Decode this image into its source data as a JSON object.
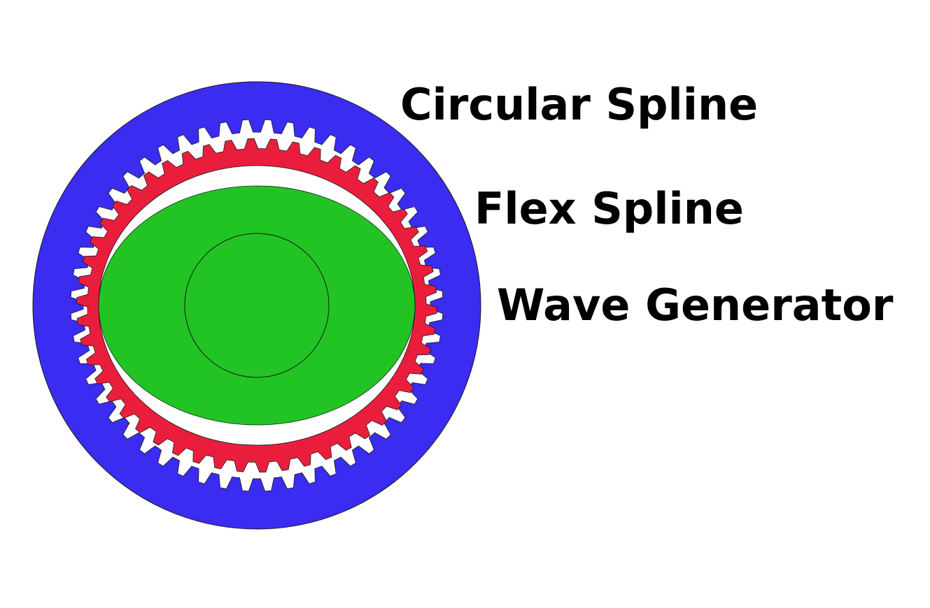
{
  "labels": {
    "circular_spline": "Circular Spline",
    "flex_spline": "Flex Spline",
    "wave_generator": "Wave Generator"
  },
  "colors": {
    "circular_spline": "#3a2cf0",
    "flex_spline": "#ea1e3c",
    "wave_generator": "#22c424",
    "gap": "#ffffff",
    "outline": "#1a1a1a"
  },
  "gear": {
    "circular_spline_teeth": 52,
    "flex_spline_teeth": 50
  }
}
